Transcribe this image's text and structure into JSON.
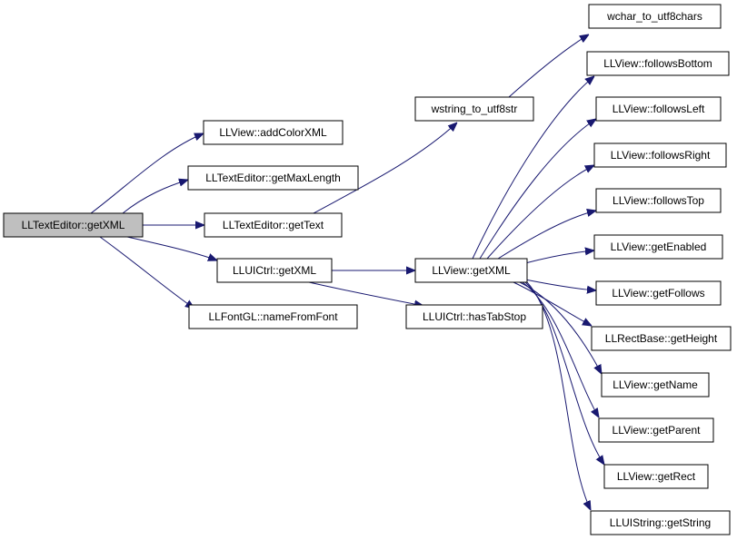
{
  "graph": {
    "colors": {
      "edge": "#191970",
      "node_fill": "#ffffff",
      "root_fill": "#bfbfbf",
      "node_stroke": "#000000"
    },
    "nodes": [
      {
        "id": "n0",
        "label": "LLTextEditor::getXML",
        "root": true
      },
      {
        "id": "n1",
        "label": "LLView::addColorXML"
      },
      {
        "id": "n2",
        "label": "LLTextEditor::getMaxLength"
      },
      {
        "id": "n3",
        "label": "LLTextEditor::getText"
      },
      {
        "id": "n4",
        "label": "LLUICtrl::getXML"
      },
      {
        "id": "n5",
        "label": "LLFontGL::nameFromFont"
      },
      {
        "id": "n6",
        "label": "wstring_to_utf8str"
      },
      {
        "id": "n7",
        "label": "LLView::getXML"
      },
      {
        "id": "n8",
        "label": "LLUICtrl::hasTabStop"
      },
      {
        "id": "n9",
        "label": "wchar_to_utf8chars"
      },
      {
        "id": "n10",
        "label": "LLView::followsBottom"
      },
      {
        "id": "n11",
        "label": "LLView::followsLeft"
      },
      {
        "id": "n12",
        "label": "LLView::followsRight"
      },
      {
        "id": "n13",
        "label": "LLView::followsTop"
      },
      {
        "id": "n14",
        "label": "LLView::getEnabled"
      },
      {
        "id": "n15",
        "label": "LLView::getFollows"
      },
      {
        "id": "n16",
        "label": "LLRectBase::getHeight"
      },
      {
        "id": "n17",
        "label": "LLView::getName"
      },
      {
        "id": "n18",
        "label": "LLView::getParent"
      },
      {
        "id": "n19",
        "label": "LLView::getRect"
      },
      {
        "id": "n20",
        "label": "LLUIString::getString"
      }
    ],
    "edges": [
      {
        "from": "n0",
        "to": "n1"
      },
      {
        "from": "n0",
        "to": "n2"
      },
      {
        "from": "n0",
        "to": "n3"
      },
      {
        "from": "n0",
        "to": "n4"
      },
      {
        "from": "n0",
        "to": "n5"
      },
      {
        "from": "n3",
        "to": "n6"
      },
      {
        "from": "n4",
        "to": "n7"
      },
      {
        "from": "n4",
        "to": "n8"
      },
      {
        "from": "n6",
        "to": "n9"
      },
      {
        "from": "n7",
        "to": "n10"
      },
      {
        "from": "n7",
        "to": "n11"
      },
      {
        "from": "n7",
        "to": "n12"
      },
      {
        "from": "n7",
        "to": "n13"
      },
      {
        "from": "n7",
        "to": "n14"
      },
      {
        "from": "n7",
        "to": "n15"
      },
      {
        "from": "n7",
        "to": "n16"
      },
      {
        "from": "n7",
        "to": "n17"
      },
      {
        "from": "n7",
        "to": "n18"
      },
      {
        "from": "n7",
        "to": "n19"
      },
      {
        "from": "n7",
        "to": "n20"
      }
    ]
  }
}
